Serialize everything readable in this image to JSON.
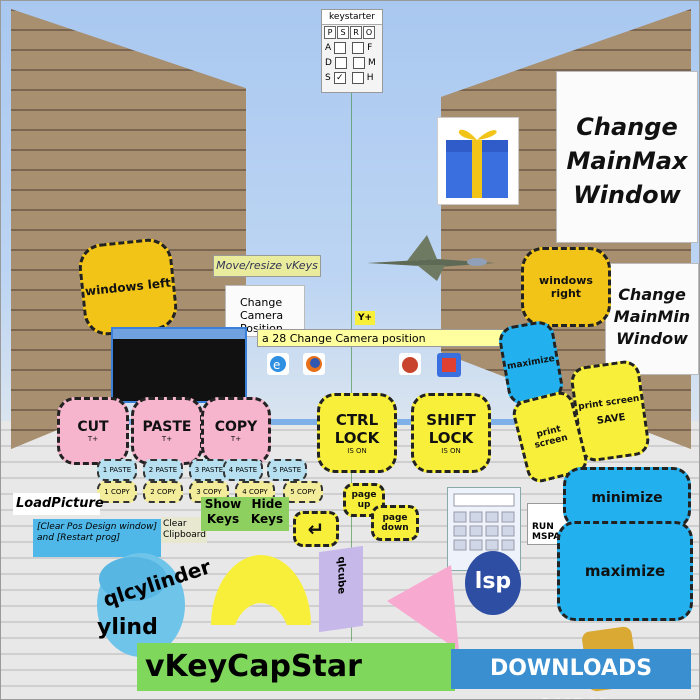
{
  "keystarter": {
    "title": "keystarter",
    "tabs": [
      "P",
      "S",
      "R",
      "O"
    ],
    "rows": [
      {
        "left": "A",
        "left_checked": false,
        "right": "F",
        "right_checked": false
      },
      {
        "left": "D",
        "left_checked": false,
        "right": "M",
        "right_checked": false
      },
      {
        "left": "S",
        "left_checked": true,
        "right": "H",
        "right_checked": false
      }
    ],
    "check_mark": "✓"
  },
  "panels": {
    "change_mainmax": "Change MainMax Window",
    "change_mainmin": "Change MainMin Window",
    "move_resize": "Move/resize vKeys",
    "change_camera": "Change Camera Position",
    "y_plus": "Y+"
  },
  "tooltip": "a 28 Change Camera position",
  "keys": {
    "windows_left": "windows left",
    "windows_right": "windows right",
    "maximize_small": "maximize",
    "print_screen": "print screen",
    "print_screen_save": "print screen",
    "save": "SAVE",
    "cut": "CUT",
    "paste": "PASTE",
    "copy": "COPY",
    "shortcut_sub": "T+",
    "ctrl_lock": "CTRL LOCK",
    "shift_lock": "SHIFT LOCK",
    "is_on": "IS ON",
    "paste_slots": [
      "1 PASTE",
      "2 PASTE",
      "3 PASTE",
      "4 PASTE",
      "5 PASTE"
    ],
    "copy_slots": [
      "1 COPY",
      "2 COPY",
      "3 COPY",
      "4 COPY",
      "5 COPY"
    ],
    "page_up": "page up",
    "page_down": "page down",
    "minimize": "minimize",
    "maximize": "maximize",
    "run_mspaint": "RUN MSPAINT"
  },
  "labels": {
    "load_picture": "LoadPicture",
    "clear_pos": "[Clear Pos Design window] and [Restart prog]",
    "clear_clipboard": "Clear Clipboard",
    "show_keys": "Show Keys",
    "hide_keys": "Hide Keys",
    "qlcylinder": "qlcylinder",
    "ylind": "ylind",
    "qlcube": "qlcube",
    "qlsphere": "lsp",
    "title_banner": "vKeyCapStar",
    "watermark": "DOWNLOADS GURU"
  },
  "colors": {
    "pink": "#f6b5cc",
    "yellow": "#f8ef3a",
    "orange": "#f2c418",
    "cyan": "#22b1ee",
    "banner_green": "#7fd85c"
  }
}
